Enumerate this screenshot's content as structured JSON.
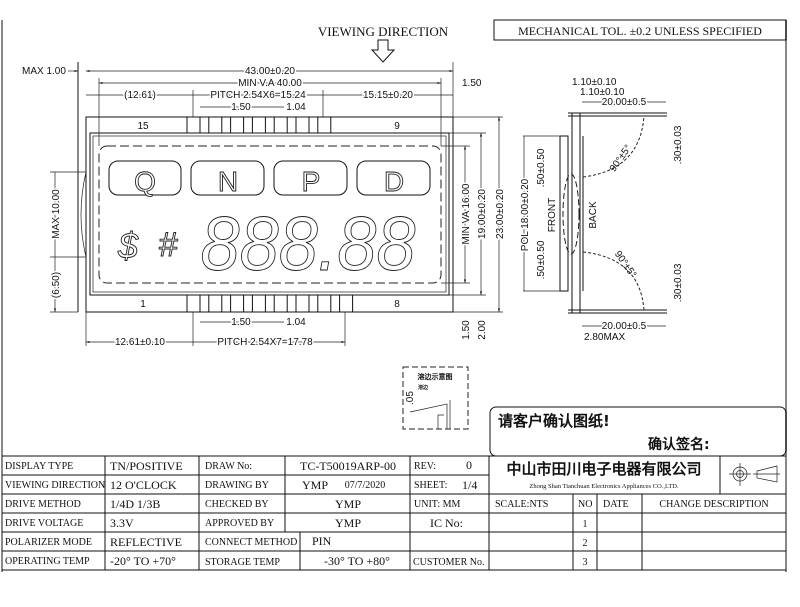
{
  "header": {
    "viewing_direction_label": "VIEWING DIRECTION",
    "tolerance_note": "MECHANICAL TOL. ±0.2 UNLESS SPECIFIED"
  },
  "front_view": {
    "pins_top": {
      "left": "15",
      "right": "9"
    },
    "pins_bottom": {
      "left": "1",
      "right": "8"
    },
    "icons": [
      "Q",
      "N",
      "P",
      "D"
    ],
    "symbols": [
      "$",
      "#"
    ],
    "digits": "888.88",
    "dims": {
      "overall_width": "43.00±0.20",
      "min_va_width": "MIN V.A 40.00",
      "left_offset_top": "(12.61)",
      "pitch_top": "PITCH 2.54X6=15.24",
      "right_offset_top": "15.15±0.20",
      "pin_width_top": "1.50",
      "pin_gap_top": "1.04",
      "max_thickness": "MAX 1.00",
      "right_margin": "1.50",
      "pin_width_bottom": "1.50",
      "pin_gap_bottom": "1.04",
      "left_offset_bottom": "12.61±0.10",
      "pitch_bottom": "PITCH 2.54X7=17.78",
      "max_10": "MAX 10.00",
      "offset_650": "(6.50)",
      "min_va_height": "MIN VA 16.00",
      "glass_height": "19.00±0.20",
      "overall_height": "23.00±0.20",
      "bottom_150": "1.50",
      "bottom_200": "2.00"
    }
  },
  "side_view": {
    "front_label": "FRONT",
    "back_label": "BACK",
    "dims": {
      "glass_1": "1.10±0.10",
      "glass_2": "1.10±0.10",
      "pin_len_top": "20.00±0.5",
      "pin_len_bottom": "20.00±0.5",
      "pin_thk_top": ".30±0.03",
      "pin_thk_bottom": ".30±0.03",
      "angle_top": "90°±5°",
      "angle_bottom": "90°±5°",
      "pol": "POL 18.00±0.20",
      "pol_off_top": ".50±0.50",
      "pol_off_bottom": ".50±0.50",
      "max_280": "2.80MAX"
    }
  },
  "detail": {
    "title": "溶边示意图",
    "label": "溶边",
    "dim": ".05"
  },
  "confirm": {
    "line1": "请客户确认图纸!",
    "line2": "确认签名:"
  },
  "title_block": {
    "specs": [
      {
        "label": "DISPLAY TYPE",
        "value": "TN/POSITIVE"
      },
      {
        "label": "VIEWING DIRECTION",
        "value": "12 O'CLOCK"
      },
      {
        "label": "DRIVE METHOD",
        "value": "1/4D  1/3B"
      },
      {
        "label": "DRIVE VOLTAGE",
        "value": "3.3V"
      },
      {
        "label": "POLARIZER MODE",
        "value": "REFLECTIVE"
      },
      {
        "label": "OPERATING TEMP",
        "value": "-20° TO +70°"
      }
    ],
    "draw_no_label": "DRAW No:",
    "draw_no": "TC-T50019ARP-00",
    "drawing_by_label": "DRAWING BY",
    "drawing_by": "YMP",
    "drawing_date": "07/7/2020",
    "checked_by_label": "CHECKED BY",
    "checked_by": "YMP",
    "approved_by_label": "APPROVED BY",
    "approved_by": "YMP",
    "connect_label": "CONNECT METHOD",
    "connect": "PIN",
    "storage_label": "STORAGE TEMP",
    "storage": "-30° TO +80°",
    "rev_label": "REV:",
    "rev": "0",
    "sheet_label": "SHEET:",
    "sheet": "1/4",
    "unit": "UNIT: MM",
    "ic_label": "IC No:",
    "customer_label": "CUSTOMER No.",
    "scale": "SCALE:NTS",
    "company_cn": "中山市田川电子电器有限公司",
    "company_en": "Zhong Shan Tianchuan Electronics Appliances CO.,LTD.",
    "change_headers": {
      "no": "NO",
      "date": "DATE",
      "desc": "CHANGE DESCRIPTION"
    },
    "change_rows": [
      "1",
      "2",
      "3"
    ]
  }
}
